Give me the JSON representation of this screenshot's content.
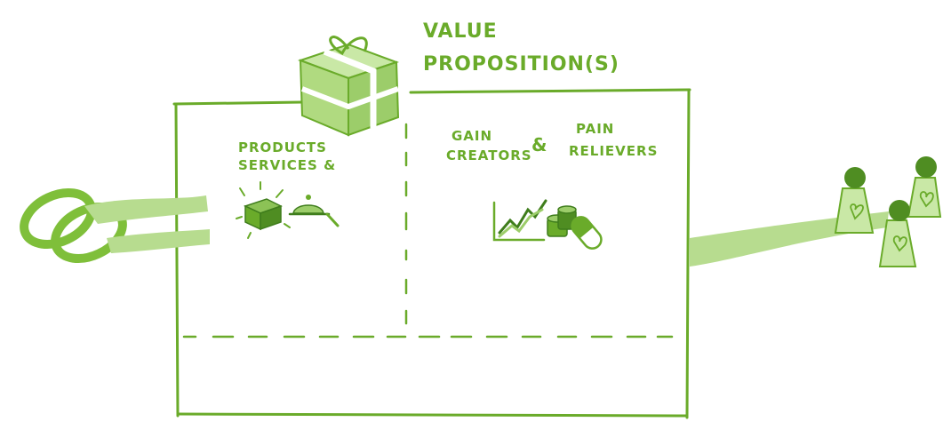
{
  "title_lines": [
    "VALUE",
    "PROPOSITION(S)"
  ],
  "left_section": {
    "lines": [
      "PRODUCTS",
      "SERVICES &"
    ]
  },
  "right_section": {
    "gain_lines": [
      "GAIN",
      "CREATORS"
    ],
    "ampersand": "&",
    "pain_lines": [
      "PAIN",
      "RELIEVERS"
    ]
  },
  "colors": {
    "accent": "#6aab2a",
    "light": "#b7dc8f",
    "dark": "#3f7d1c"
  },
  "icons": [
    "gift-icon",
    "rings-icon",
    "box-icon",
    "cloche-icon",
    "growth-chart-icon",
    "coins-icon",
    "pill-icon",
    "customer-figures-icon"
  ]
}
